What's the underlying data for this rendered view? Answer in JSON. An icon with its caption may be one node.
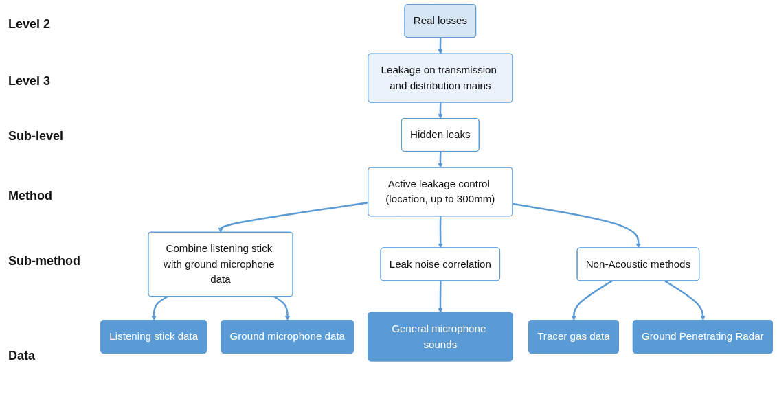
{
  "diagram": {
    "nodes": [
      {
        "text": [
          "Real losses"
        ]
      },
      {
        "text": [
          "Leakage on transmission and distribution mains"
        ]
      },
      {
        "text": [
          "Hidden leaks"
        ]
      },
      {
        "text": [
          "Active leakage control (location, up to 300mm)"
        ]
      },
      {
        "text": [
          "Combine listening stick with ground microphone data"
        ]
      },
      {
        "text": [
          "Leak noise correlation"
        ]
      },
      {
        "text": [
          "Non-Acoustic methods"
        ]
      },
      {
        "text": [
          "Listening stick data"
        ]
      },
      {
        "text": [
          "Ground microphone data"
        ]
      },
      {
        "text": [
          "General microphone sounds"
        ]
      },
      {
        "text": [
          "Tracer gas data"
        ]
      },
      {
        "text": [
          "Ground Penetrating Radar"
        ]
      }
    ],
    "edges": [
      {
        "from": 0,
        "to": 1,
        "arrow": "to"
      },
      {
        "from": 1,
        "to": 2,
        "arrow": "to"
      },
      {
        "from": 2,
        "to": 3,
        "arrow": "to"
      },
      {
        "from": 3,
        "to": 4,
        "arrow": "to"
      },
      {
        "from": 3,
        "to": 5,
        "arrow": "to"
      },
      {
        "from": 3,
        "to": 6,
        "arrow": "to"
      },
      {
        "from": 4,
        "to": 7,
        "arrow": "to"
      },
      {
        "from": 4,
        "to": 8,
        "arrow": "to"
      },
      {
        "from": 5,
        "to": 9,
        "arrow": "to"
      },
      {
        "from": 6,
        "to": 10,
        "arrow": "to"
      },
      {
        "from": 6,
        "to": 11,
        "arrow": "to"
      }
    ],
    "labels": [
      "Level 2",
      "Level 3",
      "Sub-level",
      "Method",
      "Sub-method",
      "Data"
    ]
  }
}
